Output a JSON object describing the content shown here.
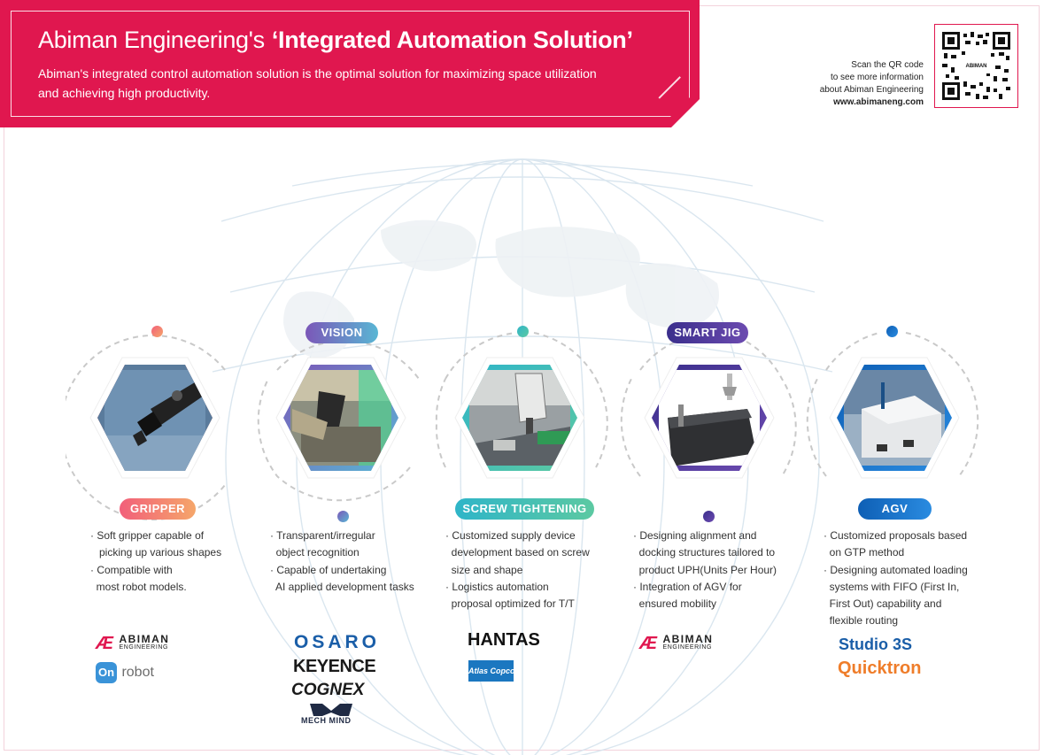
{
  "header": {
    "title_light": "Abiman Engineering's",
    "title_bold": "‘Integrated Automation Solution’",
    "subtitle_line1": "Abiman's integrated control automation solution is the optimal solution for maximizing space utilization",
    "subtitle_line2": "and achieving high productivity."
  },
  "qr": {
    "line1": "Scan the QR code",
    "line2": "to see more information",
    "line3": "about Abiman Engineering",
    "website": "www.abimaneng.com",
    "inner_logo": "ABIMAN"
  },
  "modules": [
    {
      "label": "GRIPPER",
      "lines": [
        "· Soft gripper capable of",
        "   picking up various shapes",
        "· Compatible with",
        "  most robot models."
      ],
      "logos": [
        "ABIMAN",
        "ENGINEERING",
        "robot"
      ],
      "colors": {
        "a": "#f25f7a",
        "b": "#f5a66a"
      }
    },
    {
      "label": "VISION",
      "lines": [
        "· Transparent/irregular",
        "  object recognition",
        "· Capable of undertaking",
        "  AI applied development tasks"
      ],
      "logos": [
        "OSARO",
        "KEYENCE",
        "COGNEX",
        "MECH MIND"
      ],
      "colors": {
        "a": "#7b57b8",
        "b": "#59b6d4"
      }
    },
    {
      "label": "SCREW TIGHTENING",
      "lines": [
        "· Customized supply device",
        "  development based on screw",
        "  size and shape",
        "· Logistics automation",
        "  proposal optimized for T/T"
      ],
      "logos": [
        "HANTAS",
        "Atlas Copco"
      ],
      "colors": {
        "a": "#2fb5c8",
        "b": "#5cc9a2"
      }
    },
    {
      "label": "SMART JIG",
      "lines": [
        "· Designing alignment and",
        "  docking structures tailored to",
        "  product UPH(Units Per Hour)",
        "· Integration of AGV for",
        "  ensured mobility"
      ],
      "logos": [
        "ABIMAN",
        "ENGINEERING"
      ],
      "colors": {
        "a": "#3a2e8c",
        "b": "#6c4bb0"
      }
    },
    {
      "label": "AGV",
      "lines": [
        "· Customized proposals based",
        "  on GTP method",
        "· Designing automated loading",
        "  systems with FIFO (First In,",
        "  First Out) capability and",
        "  flexible routing"
      ],
      "logos": [
        "Studio 3S",
        "Quicktron"
      ],
      "colors": {
        "a": "#0e5fb5",
        "b": "#2a8be0"
      }
    }
  ]
}
